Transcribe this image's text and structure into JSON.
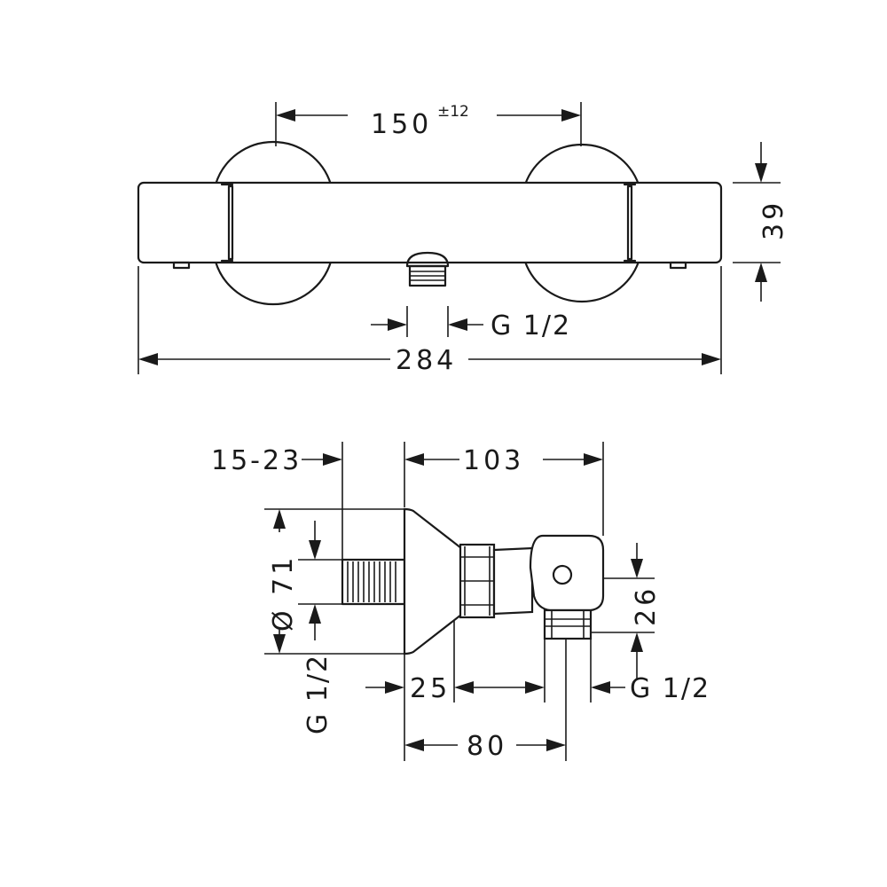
{
  "top_view": {
    "dim_150": "150",
    "dim_150_tol": "±12",
    "dim_39": "39",
    "dim_g12": "G 1/2",
    "dim_284": "284"
  },
  "side_view": {
    "dim_15_23": "15-23",
    "dim_103": "103",
    "dim_dia71": "Ø 71",
    "dim_26": "26",
    "dim_g12_left": "G 1/2",
    "dim_25": "25",
    "dim_g12_right": "G 1/2",
    "dim_80": "80"
  }
}
